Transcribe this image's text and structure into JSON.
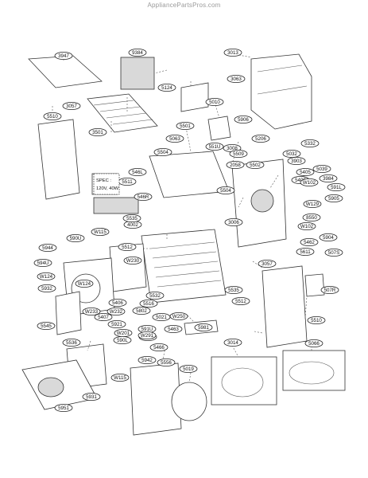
{
  "watermark": "AppliancePartsPros.com",
  "spec": {
    "line1": "SPEC :",
    "line2": "120V, 40W"
  },
  "labels": [
    "3947",
    "9384",
    "3013",
    "3057",
    "3063",
    "5124",
    "5510",
    "3501",
    "5010",
    "5906",
    "5501",
    "5206",
    "5063",
    "551U",
    "3008",
    "5509",
    "5332",
    "5504",
    "2058",
    "5502",
    "5032",
    "3903",
    "5039",
    "5405",
    "3984",
    "546L",
    "5511",
    "5408",
    "W102",
    "591L",
    "546R",
    "5504",
    "5905",
    "W129",
    "3006",
    "4002",
    "W115",
    "5535",
    "8550",
    "W102",
    "5904",
    "590U",
    "5512",
    "5462",
    "5944",
    "W230",
    "5611",
    "507S",
    "594U",
    "3057",
    "W124",
    "5932",
    "W124",
    "5532",
    "5535",
    "5406",
    "5802",
    "5516",
    "507R",
    "W233",
    "W232",
    "5407",
    "W250",
    "5021",
    "5512",
    "5545",
    "5921",
    "591U",
    "5463",
    "5981",
    "5536",
    "W201",
    "W115",
    "W291",
    "590L",
    "5466",
    "5510",
    "5066",
    "3014",
    "W115",
    "5942",
    "5556",
    "5019",
    "5931",
    "5951"
  ]
}
